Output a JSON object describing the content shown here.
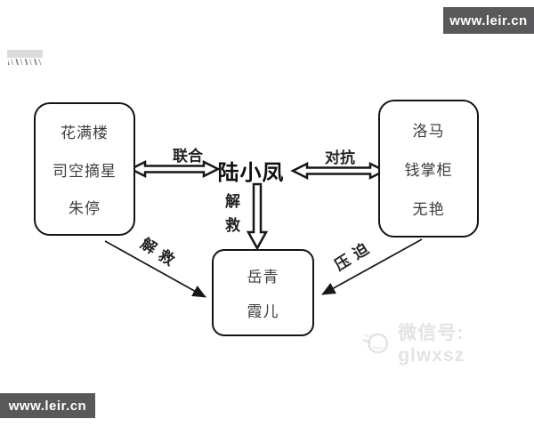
{
  "banners": {
    "top_right": "www.leir.cn",
    "bottom_left": "www.leir.cn"
  },
  "diagram": {
    "center_node": "陆小凤",
    "left_box": {
      "members": [
        "花满楼",
        "司空摘星",
        "朱停"
      ]
    },
    "right_box": {
      "members": [
        "洛马",
        "钱掌柜",
        "无艳"
      ]
    },
    "bottom_box": {
      "members": [
        "岳青",
        "霞儿"
      ]
    },
    "relations": {
      "left_center": "联合",
      "center_right": "对抗",
      "center_down": "解救",
      "left_diagonal": "解救",
      "right_diagonal": "压迫"
    }
  },
  "watermark": {
    "text": "微信号: glwxsz",
    "logo_icon": "wechat-bird-logo"
  },
  "colors": {
    "banner_background": "#59595b",
    "banner_text": "#ffffff",
    "diagram_ink": "#161616",
    "member_text": "#3d3d3d",
    "watermark_text": "#e3e3e3"
  }
}
